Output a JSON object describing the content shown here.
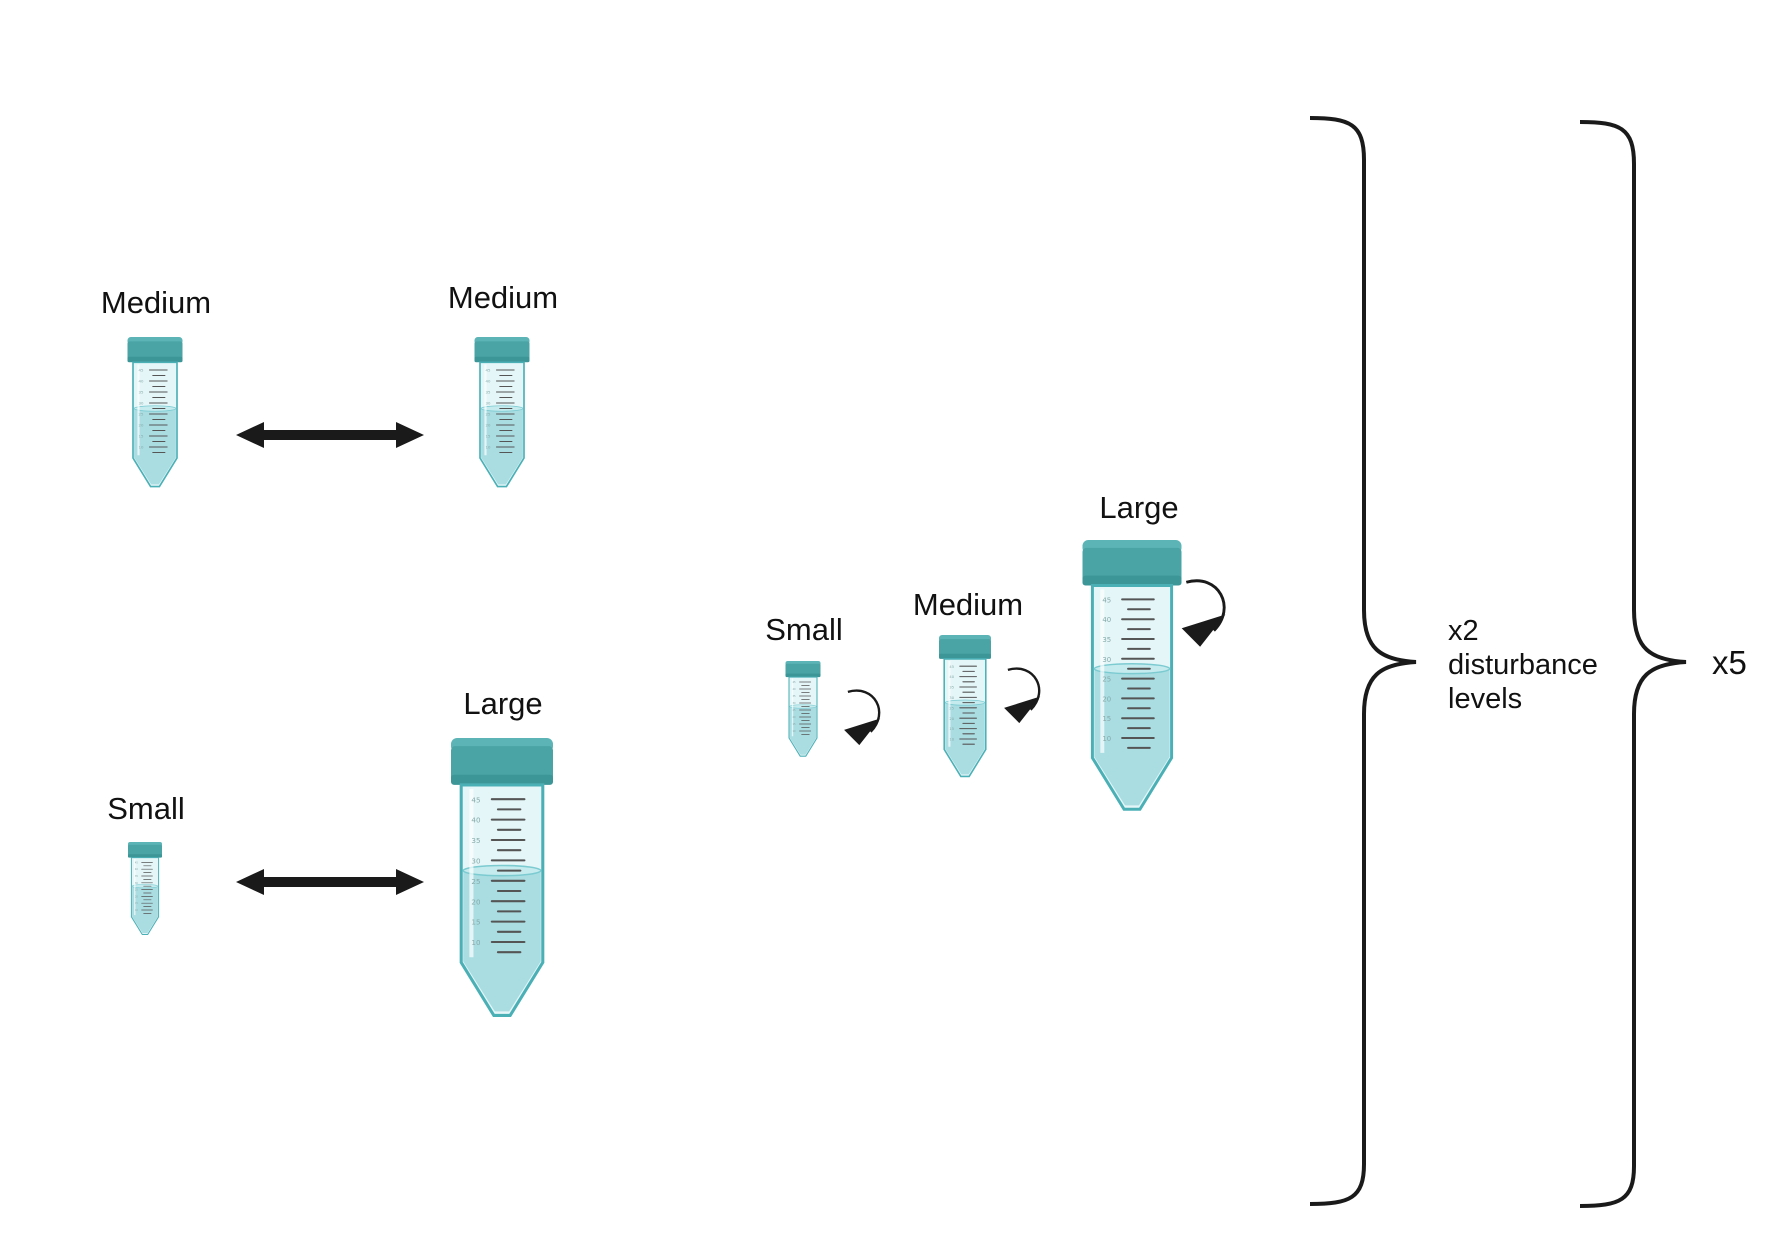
{
  "figure": {
    "pair_top": {
      "left_label": "Medium",
      "right_label": "Medium"
    },
    "pair_bottom": {
      "left_label": "Small",
      "right_label": "Large"
    },
    "spin_group": {
      "labels": [
        "Small",
        "Medium",
        "Large"
      ]
    },
    "inner_brace": {
      "line1": "x2",
      "line2": "disturbance",
      "line3": "levels"
    },
    "outer_brace": {
      "label": "x5"
    }
  },
  "colors": {
    "tube_cap": "#4aa3a5",
    "tube_cap_dark": "#2f8688",
    "tube_body": "#e4f6f8",
    "tube_liquid": "#a9dde2",
    "tube_outline": "#4bb0b6",
    "graduation": "#555555",
    "arrow": "#1a1a1a"
  }
}
